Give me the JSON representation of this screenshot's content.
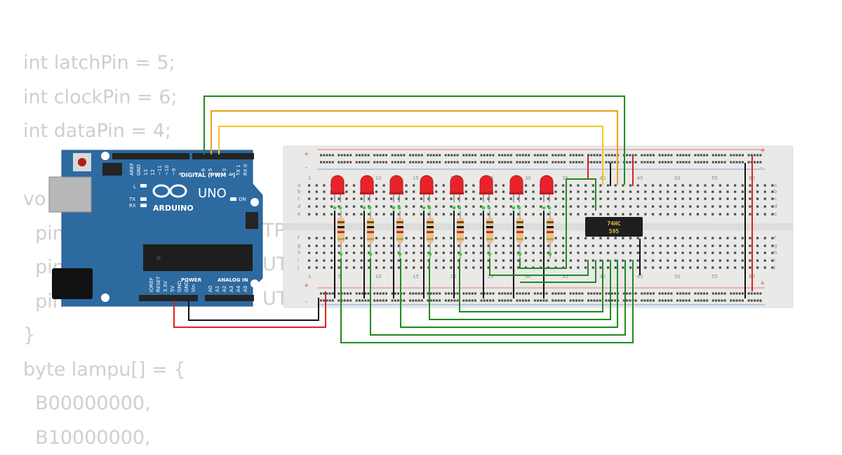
{
  "code_lines": [
    "int latchPin = 5;",
    "int clockPin = 6;",
    "int dataPin = 4;",
    "",
    "vo",
    "  pin",
    "  pin",
    "  pin",
    "}",
    "byte lampu[] = {",
    "  B00000000,",
    "  B10000000,"
  ],
  "code_fragments": [
    "TP",
    "UTP",
    "UTP"
  ],
  "arduino": {
    "brand": "ARDUINO",
    "model": "UNO",
    "digital_label": "DIGITAL (PWM ~)",
    "power_label": "POWER",
    "analog_label": "ANALOG IN",
    "on_label": "ON",
    "l_label": "L",
    "tx_label": "TX",
    "rx_label": "RX",
    "top_pin_labels": [
      "AREF",
      "GND",
      "13",
      "12",
      "~11",
      "~10",
      "~9",
      "8",
      "7",
      "~6",
      "~5",
      "4",
      "~3",
      "2",
      "TX 1",
      "RX 0"
    ],
    "bottom_pin_labels": [
      "IOREF",
      "RESET",
      "3.3V",
      "5V",
      "GND",
      "GND",
      "Vin",
      "A0",
      "A1",
      "A2",
      "A3",
      "A4",
      "A5"
    ],
    "board_color": "#2d6aa0"
  },
  "breadboard": {
    "column_numbers_top": [
      "1",
      "5",
      "10",
      "15",
      "20",
      "25",
      "30",
      "35",
      "40",
      "45",
      "50",
      "55",
      "60"
    ],
    "column_numbers_bottom": [
      "1",
      "5",
      "10",
      "15",
      "20",
      "25",
      "30",
      "35",
      "40",
      "45",
      "50",
      "55",
      "60"
    ],
    "row_letters_top": [
      "a",
      "b",
      "c",
      "d",
      "e"
    ],
    "row_letters_bottom": [
      "f",
      "g",
      "h",
      "i",
      "j"
    ],
    "plus_label": "+",
    "minus_label": "-"
  },
  "chip": {
    "line1": "74HC",
    "line2": "595"
  },
  "led_count": 8,
  "colors": {
    "wire_green": "#1f8a1f",
    "wire_orange": "#e8a11a",
    "wire_yellow": "#f2c81e",
    "wire_red": "#e02020",
    "wire_black": "#111111",
    "led_red": "#e8242a",
    "breadboard": "#eeeeec"
  }
}
